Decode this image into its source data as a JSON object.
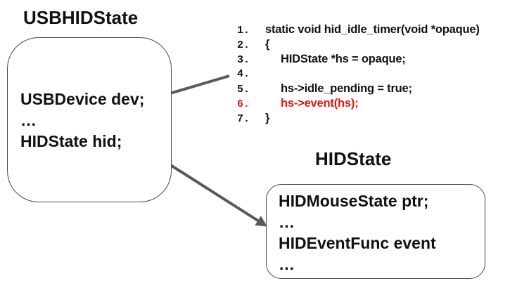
{
  "colors": {
    "text": "#111111",
    "highlight_red": "#e8150f",
    "connector_gray": "#595959",
    "box_border": "#4a4a4a",
    "background": "#ffffff"
  },
  "usbhid_box": {
    "title": "USBHIDState",
    "fields": [
      "USBDevice dev;",
      "…",
      "HIDState hid;"
    ]
  },
  "code": {
    "lines": [
      {
        "num": "1.",
        "text": "static void hid_idle_timer(void *opaque)",
        "indent": 0,
        "highlight": false
      },
      {
        "num": "2.",
        "text": "{",
        "indent": 0,
        "highlight": false
      },
      {
        "num": "3.",
        "text": "HIDState *hs = opaque;",
        "indent": 1,
        "highlight": false
      },
      {
        "num": "4.",
        "text": "",
        "indent": 0,
        "highlight": false
      },
      {
        "num": "5.",
        "text": "hs->idle_pending = true;",
        "indent": 1,
        "highlight": false
      },
      {
        "num": "6.",
        "text": "hs->event(hs);",
        "indent": 1,
        "highlight": true
      },
      {
        "num": "7.",
        "text": "}",
        "indent": 0,
        "highlight": false
      }
    ]
  },
  "hid_box": {
    "title": "HIDState",
    "fields": [
      "HIDMouseState ptr;",
      "…",
      "HIDEventFunc event",
      "…"
    ]
  },
  "connectors": [
    {
      "from": "USBDevice dev; field",
      "to": "code listing",
      "arrowhead": false
    },
    {
      "from": "HIDState hid; field",
      "to": "HIDState box",
      "arrowhead": true
    }
  ]
}
